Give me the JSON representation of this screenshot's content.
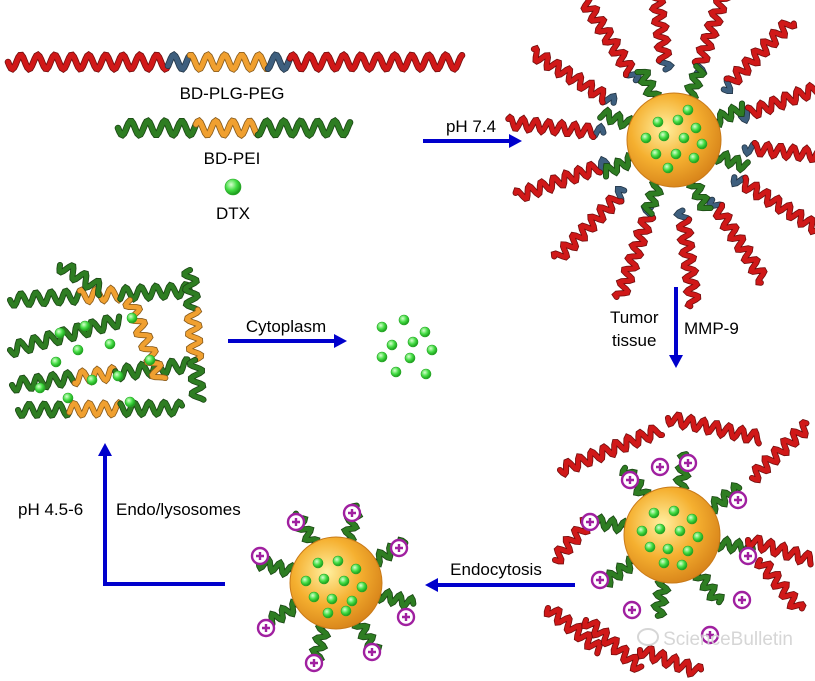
{
  "labels": {
    "bd_plg_peg": "BD-PLG-PEG",
    "bd_pei": "BD-PEI",
    "dtx": "DTX",
    "ph74": "pH 7.4",
    "tumor": "Tumor",
    "tissue": "tissue",
    "mmp9": "MMP-9",
    "endocytosis": "Endocytosis",
    "ph_acidic": "pH 4.5-6",
    "endo": "Endo/lysosomes",
    "cytoplasm": "Cytoplasm"
  },
  "watermark": "ScienceBulletin",
  "colors": {
    "peg": "#d01818",
    "plg": "#3e5f7e",
    "bd": "#f0a030",
    "pei": "#2e7d22",
    "dtx": "#44dd44",
    "core": "#f5b030",
    "arrow": "#0000cc",
    "charge": "#a020a0"
  }
}
